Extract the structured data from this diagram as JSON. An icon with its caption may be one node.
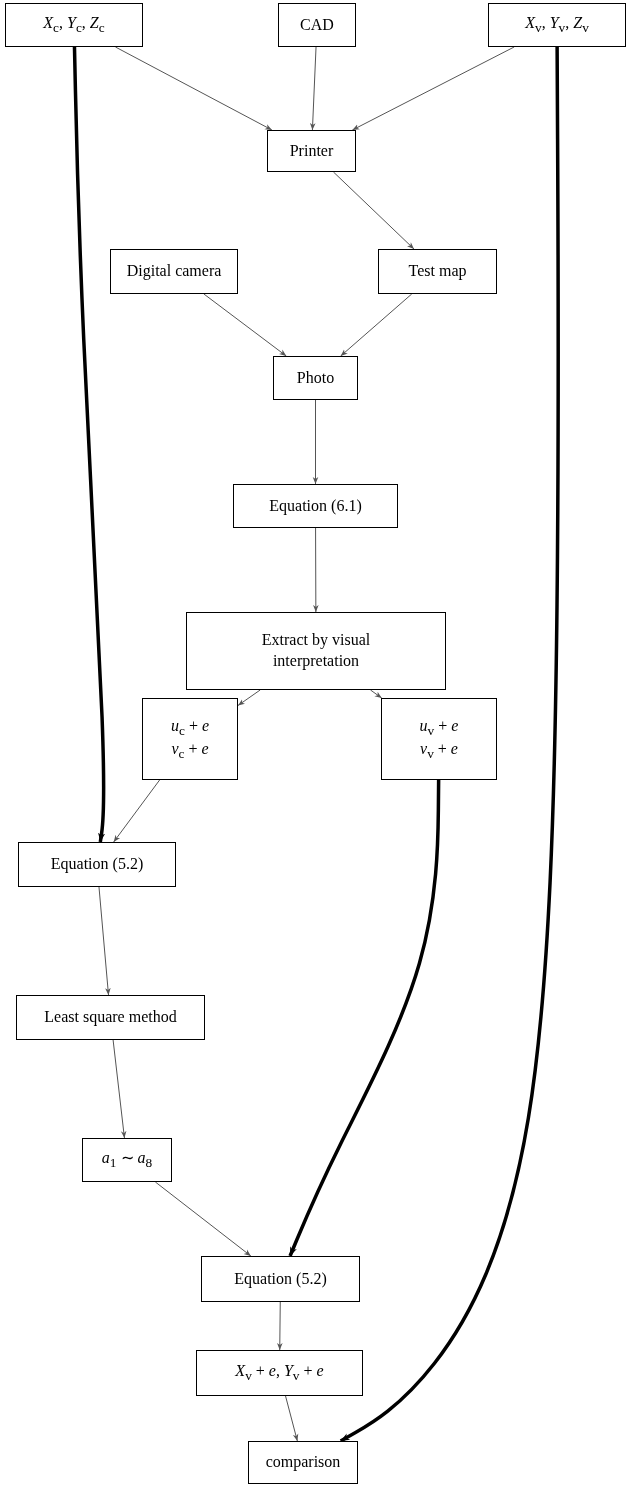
{
  "diagram": {
    "nodes": [
      {
        "text": [
          "*X*$_{c}$, *Y*$_{c}$, *Z*$_{c}$"
        ]
      },
      {
        "text": [
          "CAD"
        ]
      },
      {
        "text": [
          "*X*$_{v}$, *Y*$_{v}$, *Z*$_{v}$"
        ]
      },
      {
        "text": [
          "Printer"
        ]
      },
      {
        "text": [
          "Digital camera"
        ]
      },
      {
        "text": [
          "Test map"
        ]
      },
      {
        "text": [
          "Photo"
        ]
      },
      {
        "text": [
          "Equation (6.1)"
        ]
      },
      {
        "text": [
          "Extract by visual interpretation"
        ]
      },
      {
        "text": [
          "*u*$_{c}$ + *e*",
          "*v*$_{c}$ + *e*"
        ]
      },
      {
        "text": [
          "*u*$_{v}$ + *e*",
          "*v*$_{v}$ + *e*"
        ]
      },
      {
        "text": [
          "Equation (5.2)"
        ]
      },
      {
        "text": [
          "Least square method"
        ]
      },
      {
        "text": [
          "*a*$_{1}$ ∼ *a*$_{8}$"
        ]
      },
      {
        "text": [
          "Equation (5.2)"
        ]
      },
      {
        "text": [
          "*X*$_{v}$ + *e*, *Y*$_{v}$ + *e*"
        ]
      },
      {
        "text": [
          "comparison"
        ]
      }
    ],
    "edges": [
      {
        "from": 0,
        "to": 3,
        "arrow": "to"
      },
      {
        "from": 1,
        "to": 3,
        "arrow": "to"
      },
      {
        "from": 2,
        "to": 3,
        "arrow": "to"
      },
      {
        "from": 3,
        "to": 5,
        "arrow": "to"
      },
      {
        "from": 4,
        "to": 6,
        "arrow": "to"
      },
      {
        "from": 5,
        "to": 6,
        "arrow": "to"
      },
      {
        "from": 6,
        "to": 7,
        "arrow": "to"
      },
      {
        "from": 7,
        "to": 8,
        "arrow": "to"
      },
      {
        "from": 8,
        "to": 9,
        "arrow": "to"
      },
      {
        "from": 8,
        "to": 10,
        "arrow": "to"
      },
      {
        "from": 9,
        "to": 11,
        "arrow": "to"
      },
      {
        "from": 0,
        "to": 11,
        "arrow": "to",
        "style": "thick"
      },
      {
        "from": 11,
        "to": 12,
        "arrow": "to"
      },
      {
        "from": 12,
        "to": 13,
        "arrow": "to"
      },
      {
        "from": 13,
        "to": 14,
        "arrow": "to"
      },
      {
        "from": 10,
        "to": 14,
        "arrow": "to",
        "style": "thick"
      },
      {
        "from": 14,
        "to": 15,
        "arrow": "to"
      },
      {
        "from": 15,
        "to": 16,
        "arrow": "to"
      },
      {
        "from": 2,
        "to": 16,
        "arrow": "to",
        "style": "thick"
      }
    ]
  }
}
